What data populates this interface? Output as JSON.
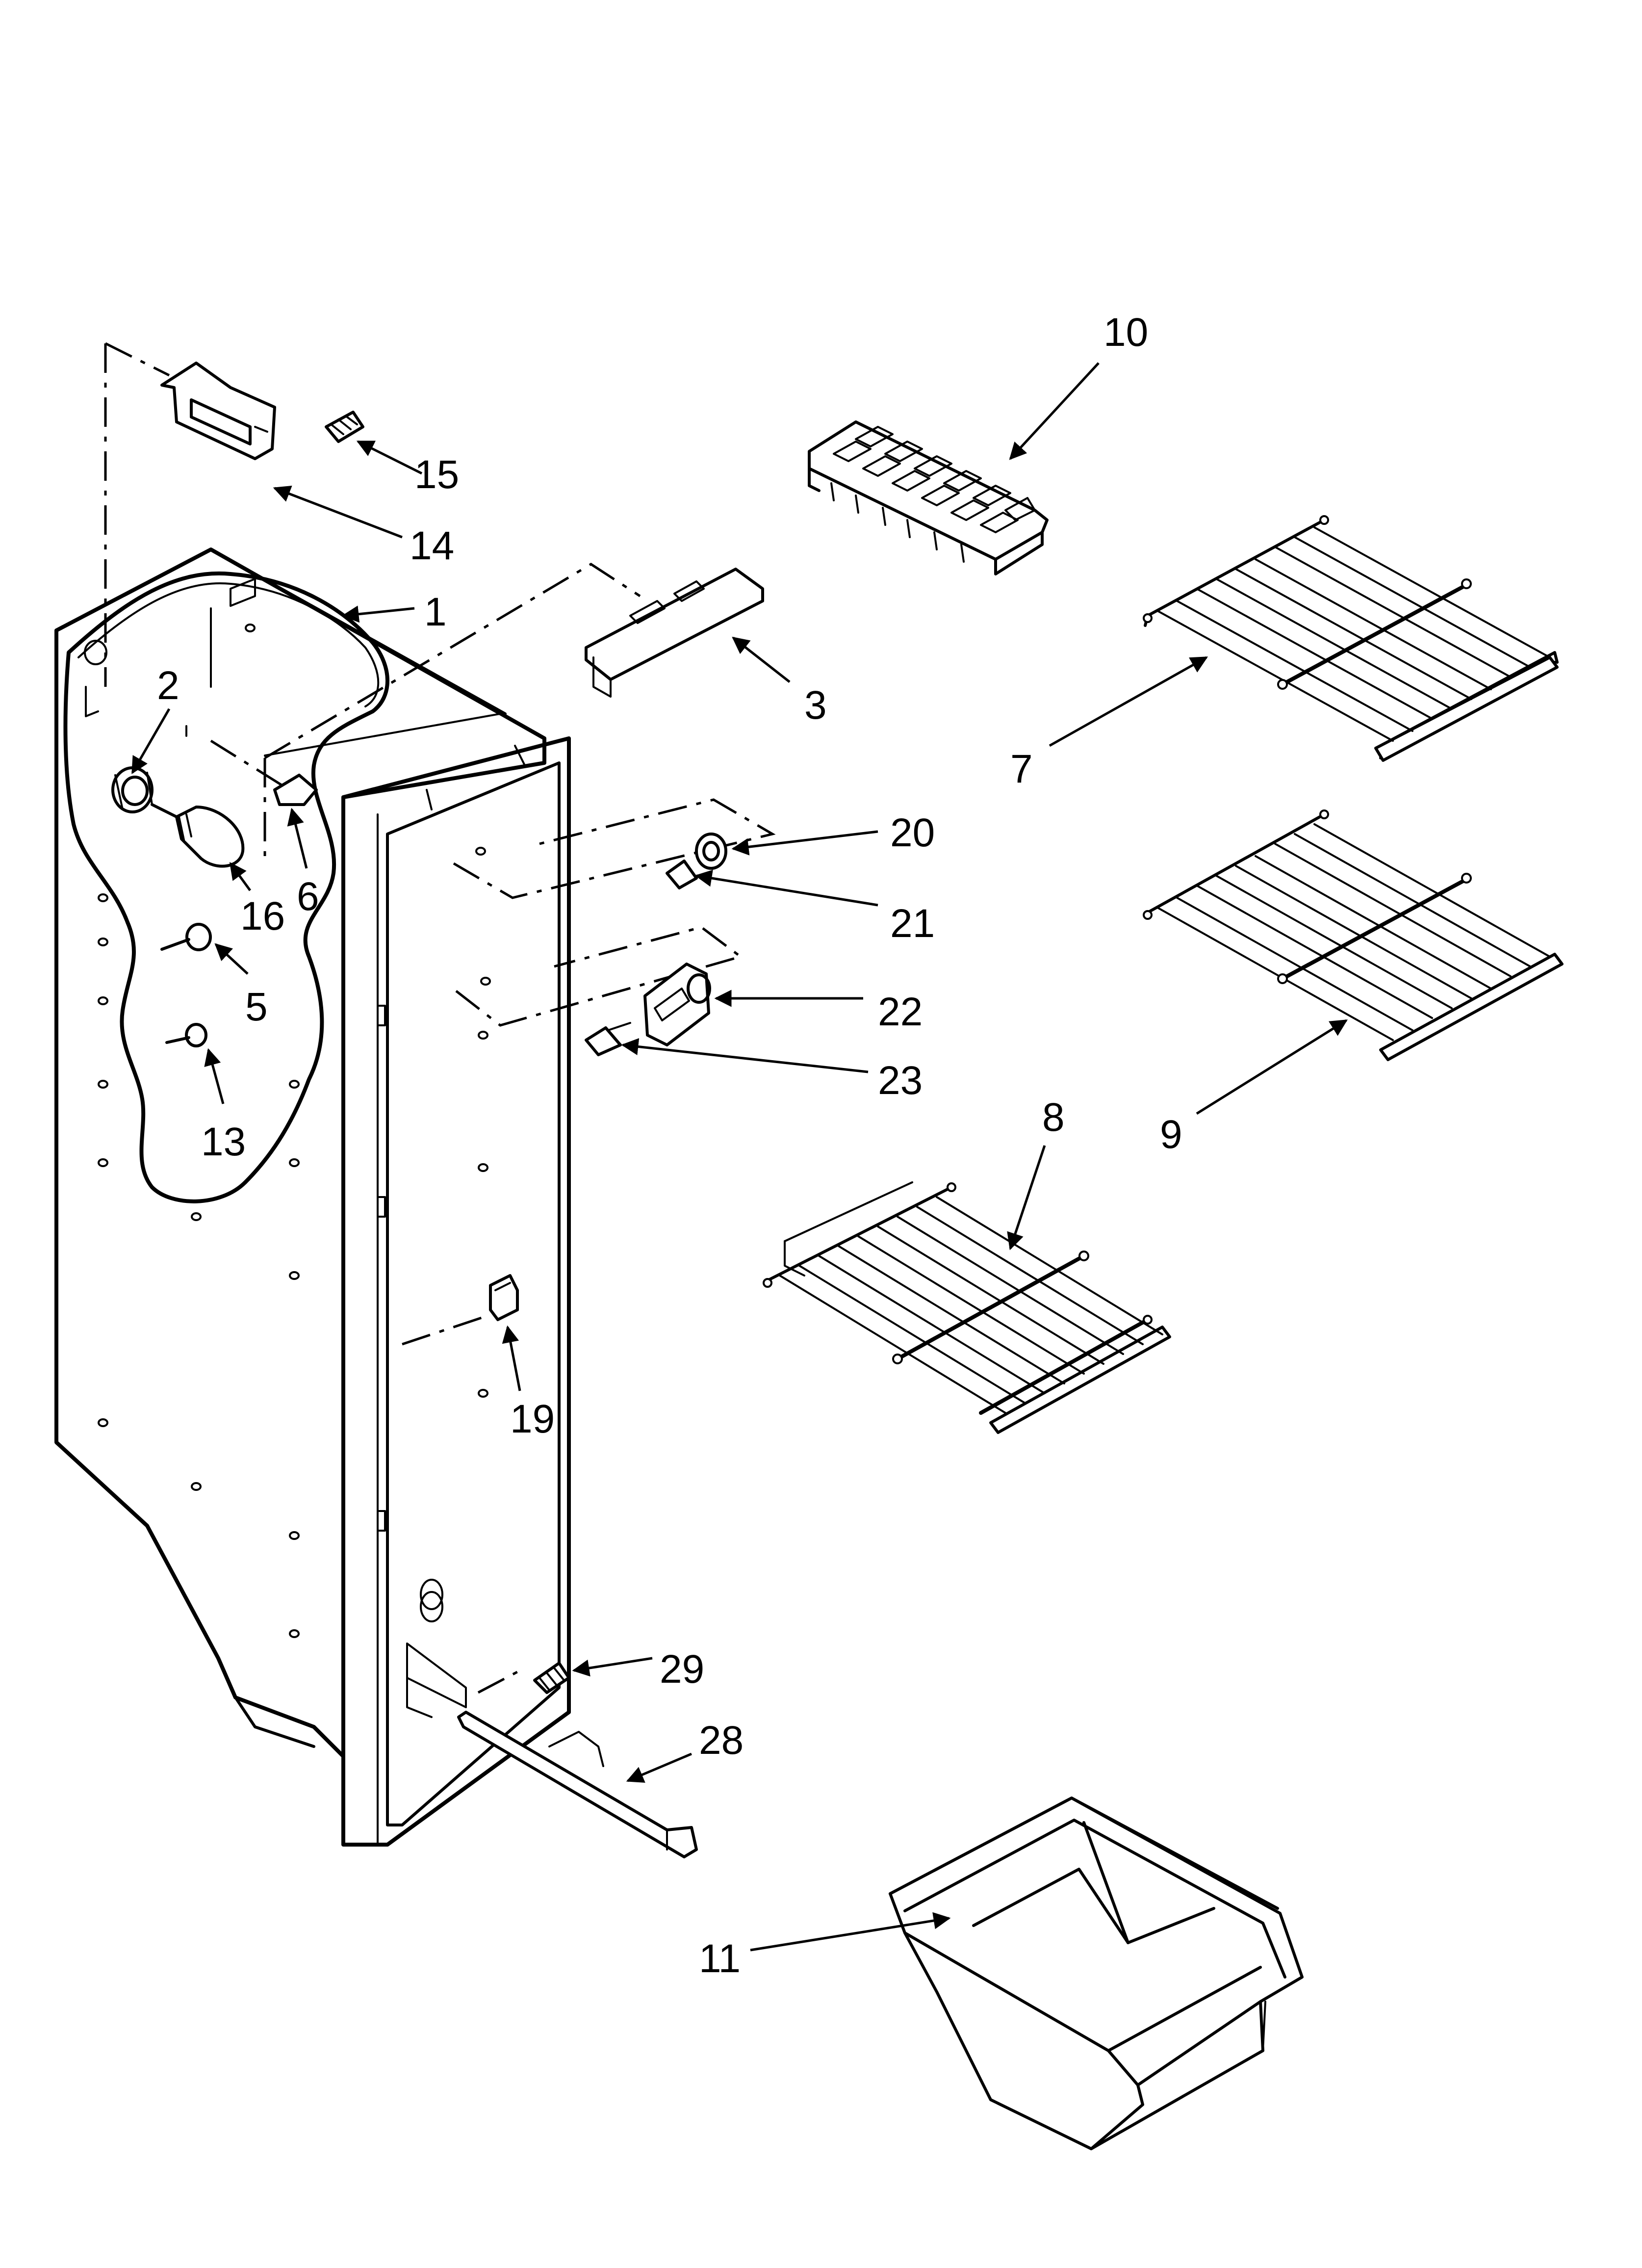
{
  "diagram": {
    "callouts": [
      {
        "id": "c1",
        "label": "1"
      },
      {
        "id": "c2",
        "label": "2"
      },
      {
        "id": "c3",
        "label": "3"
      },
      {
        "id": "c5",
        "label": "5"
      },
      {
        "id": "c6",
        "label": "6"
      },
      {
        "id": "c7",
        "label": "7"
      },
      {
        "id": "c8",
        "label": "8"
      },
      {
        "id": "c9",
        "label": "9"
      },
      {
        "id": "c10",
        "label": "10"
      },
      {
        "id": "c11",
        "label": "11"
      },
      {
        "id": "c13",
        "label": "13"
      },
      {
        "id": "c14",
        "label": "14"
      },
      {
        "id": "c15",
        "label": "15"
      },
      {
        "id": "c16",
        "label": "16"
      },
      {
        "id": "c19",
        "label": "19"
      },
      {
        "id": "c20",
        "label": "20"
      },
      {
        "id": "c21",
        "label": "21"
      },
      {
        "id": "c22",
        "label": "22"
      },
      {
        "id": "c23",
        "label": "23"
      },
      {
        "id": "c28",
        "label": "28"
      },
      {
        "id": "c29",
        "label": "29"
      }
    ]
  }
}
